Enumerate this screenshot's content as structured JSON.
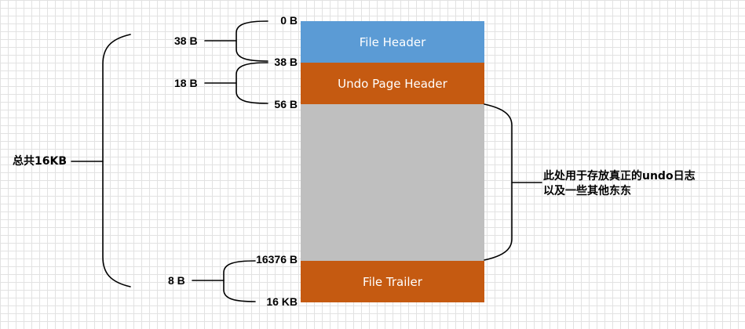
{
  "blocks": {
    "file_header": {
      "label": "File Header",
      "color": "#5b9bd5"
    },
    "undo_page_header": {
      "label": "Undo Page Header",
      "color": "#c55a11"
    },
    "undo_log_area": {
      "label": "",
      "color": "#bfbfbf"
    },
    "file_trailer": {
      "label": "File Trailer",
      "color": "#c55a11"
    }
  },
  "offsets": {
    "o0": "0 B",
    "o38": "38 B",
    "o56": "56 B",
    "o16376": "16376 B",
    "o16kb": "16 KB"
  },
  "sizes": {
    "file_header": "38 B",
    "undo_page_header": "18 B",
    "file_trailer": "8 B",
    "total": "总共16KB"
  },
  "description": {
    "line1": "此处用于存放真正的undo日志",
    "line2": "以及一些其他东东"
  }
}
